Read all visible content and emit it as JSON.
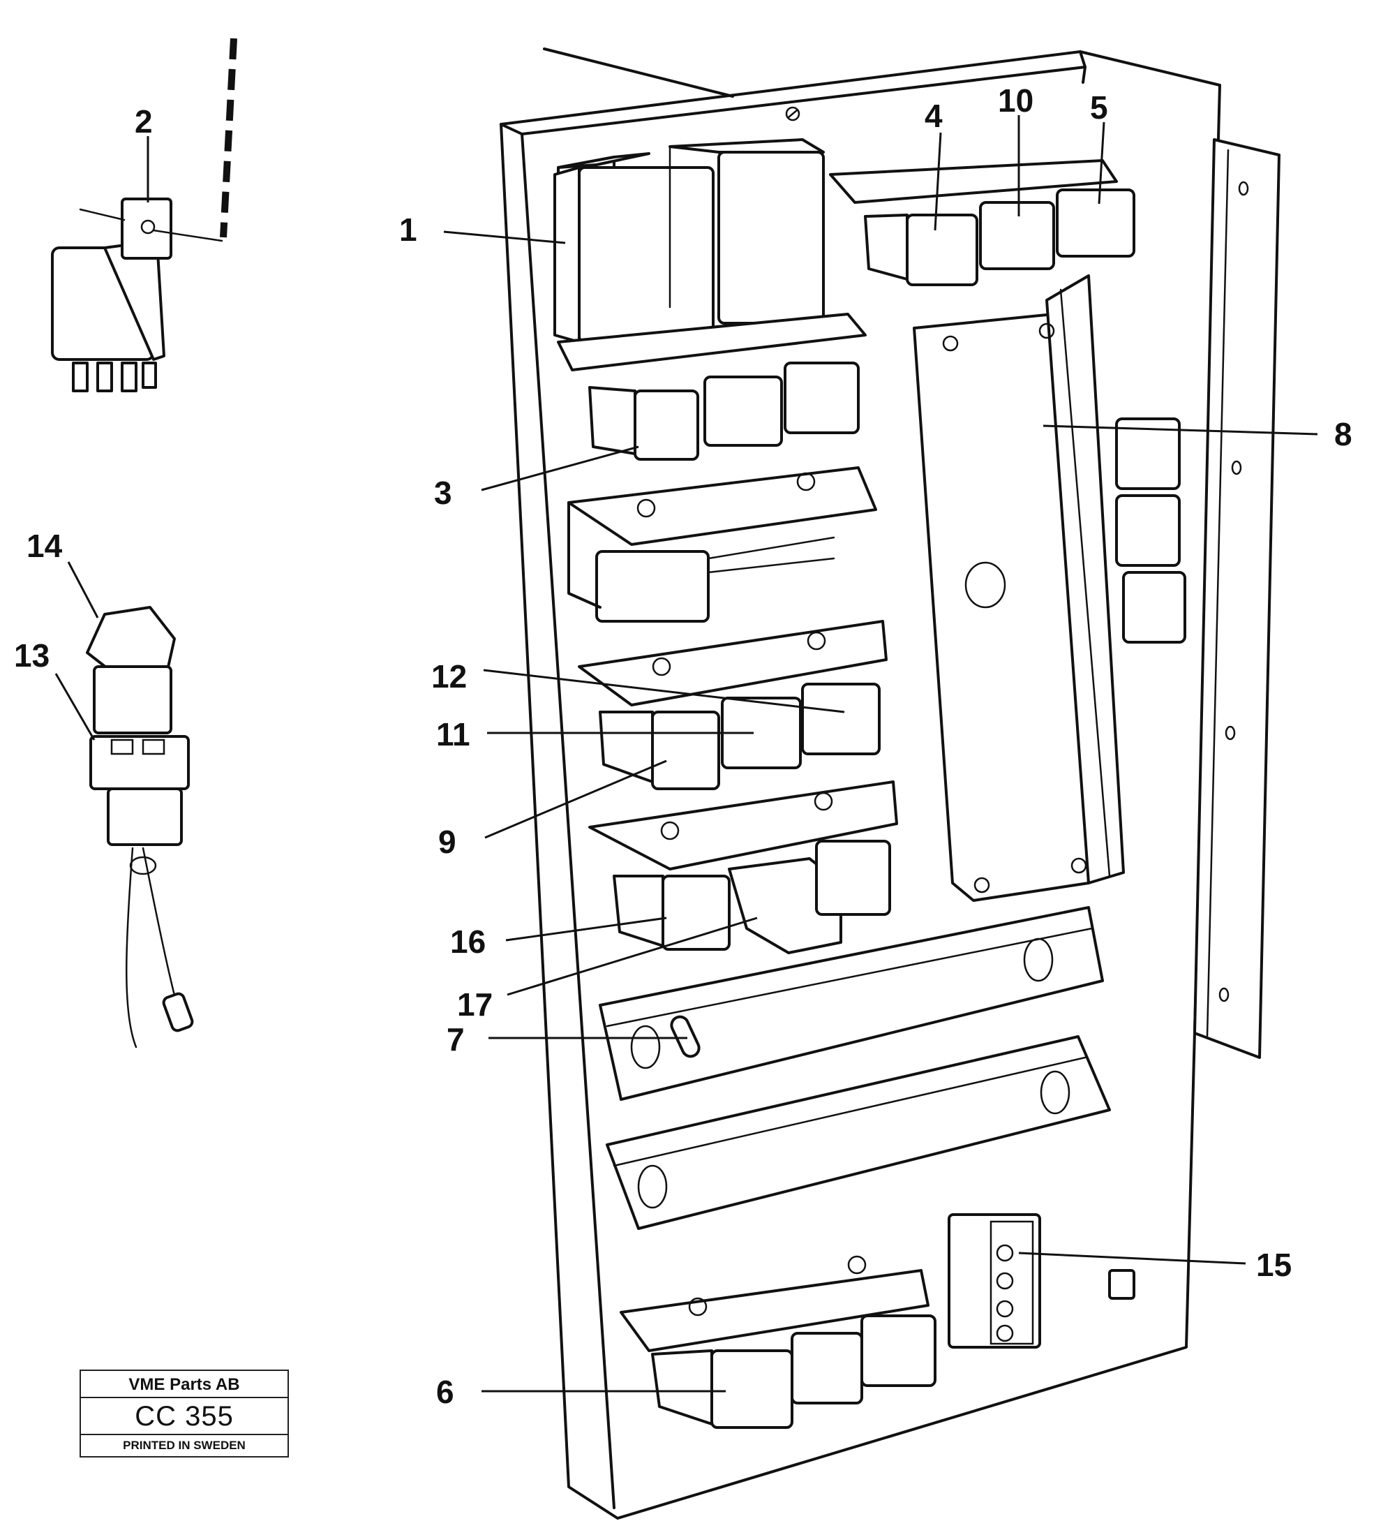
{
  "callouts": [
    {
      "label": "1"
    },
    {
      "label": "2"
    },
    {
      "label": "3"
    },
    {
      "label": "4"
    },
    {
      "label": "5"
    },
    {
      "label": "6"
    },
    {
      "label": "7"
    },
    {
      "label": "8"
    },
    {
      "label": "9"
    },
    {
      "label": "10"
    },
    {
      "label": "11"
    },
    {
      "label": "12"
    },
    {
      "label": "13"
    },
    {
      "label": "14"
    },
    {
      "label": "15"
    },
    {
      "label": "16"
    },
    {
      "label": "17"
    }
  ],
  "title_block": {
    "company": "VME Parts AB",
    "code": "CC 355",
    "printed": "PRINTED IN SWEDEN"
  }
}
